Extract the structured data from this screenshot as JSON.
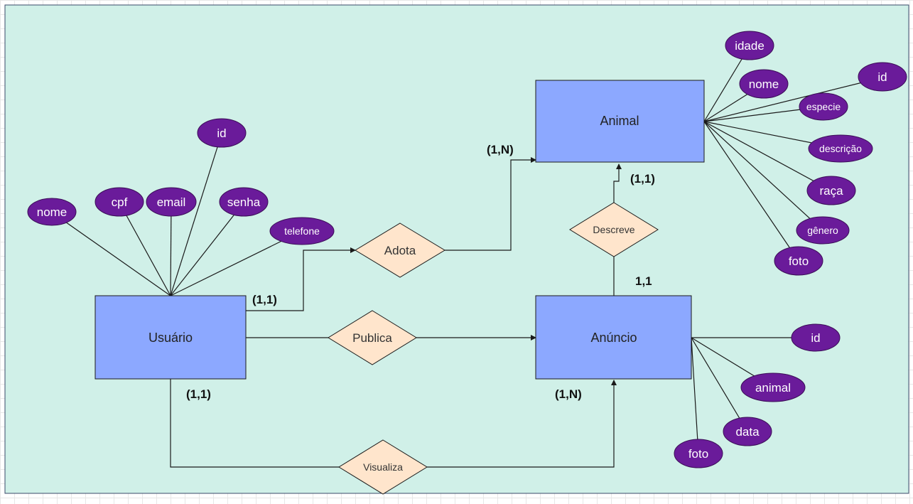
{
  "diagram": {
    "entities": {
      "animal": "Animal",
      "usuario": "Usuário",
      "anuncio": "Anúncio"
    },
    "relationships": {
      "adota": "Adota",
      "publica": "Publica",
      "descreve": "Descreve",
      "visualiza": "Visualiza"
    },
    "attributes": {
      "usuario": {
        "nome": "nome",
        "cpf": "cpf",
        "email": "email",
        "id": "id",
        "senha": "senha",
        "telefone": "telefone"
      },
      "animal": {
        "idade": "idade",
        "nome": "nome",
        "id": "id",
        "especie": "especie",
        "descricao": "descrição",
        "raca": "raça",
        "genero": "gênero",
        "foto": "foto"
      },
      "anuncio": {
        "id": "id",
        "animal": "animal",
        "data": "data",
        "foto": "foto"
      }
    },
    "cardinalities": {
      "usuario_adota": "(1,1)",
      "adota_animal": "(1,N)",
      "animal_descreve": "(1,1)",
      "anuncio_descreve": "1,1",
      "usuario_visualiza": "(1,1)",
      "anuncio_visualiza": "(1,N)"
    },
    "colors": {
      "canvas": "#d0f0e8",
      "entity_fill": "#8ca8ff",
      "relationship_fill": "#ffe5cc",
      "attribute_fill": "#6a1b9a",
      "line": "#1a1a1a"
    }
  }
}
